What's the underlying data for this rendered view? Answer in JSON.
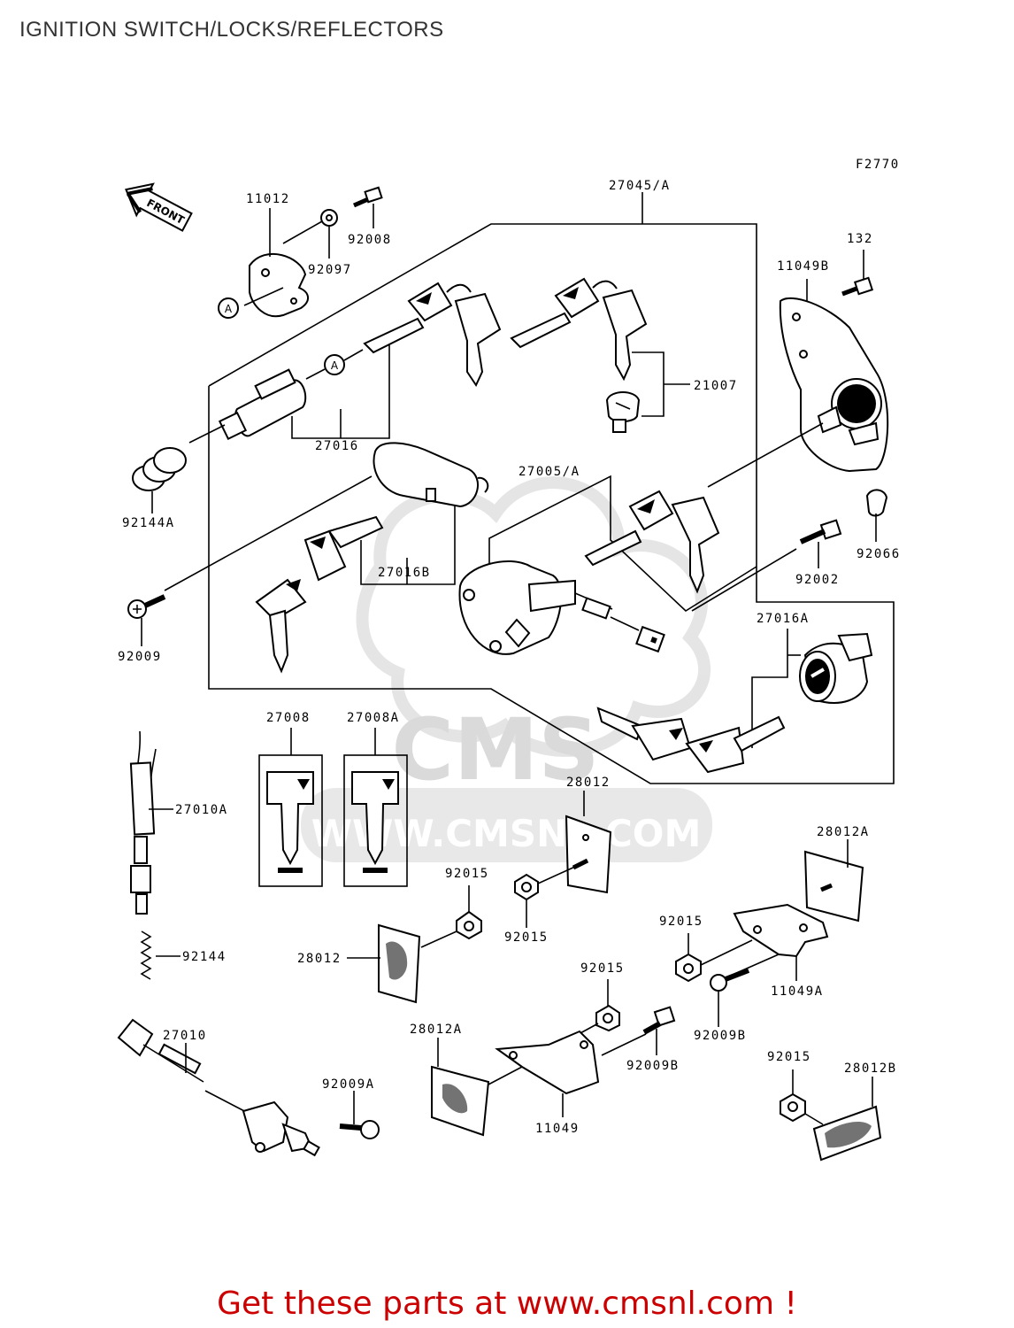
{
  "title": "IGNITION SWITCH/LOCKS/REFLECTORS",
  "figure_code": "F2770",
  "front_marker": "FRONT",
  "callout_letter": "A",
  "watermark": {
    "logo_text": "CMS",
    "url_text": "WWW.CMSNL.COM",
    "color": "#d6d6d6"
  },
  "part_labels": {
    "p27045A": "27045/A",
    "p11012": "11012",
    "p92008": "92008",
    "p92097": "92097",
    "p132": "132",
    "p11049B": "11049B",
    "p21007": "21007",
    "p27016": "27016",
    "p92144A": "92144A",
    "p27005A": "27005/A",
    "p92066": "92066",
    "p92002": "92002",
    "p27016B": "27016B",
    "p92009": "92009",
    "p27016A": "27016A",
    "p27008": "27008",
    "p27008A": "27008A",
    "p27010A": "27010A",
    "p28012top": "28012",
    "p28012A_right": "28012A",
    "p92015a": "92015",
    "p92015b": "92015",
    "p92015c": "92015",
    "p28012left": "28012",
    "p11049A": "11049A",
    "p92144": "92144",
    "p92015d": "92015",
    "p92009B_right": "92009B",
    "p27010": "27010",
    "p28012A_low": "28012A",
    "p92009B_mid": "92009B",
    "p92015e": "92015",
    "p28012B": "28012B",
    "p92009A": "92009A",
    "p11049": "11049"
  },
  "footer": {
    "text": "Get these parts at www.cmsnl.com !",
    "color": "#cc0000"
  }
}
